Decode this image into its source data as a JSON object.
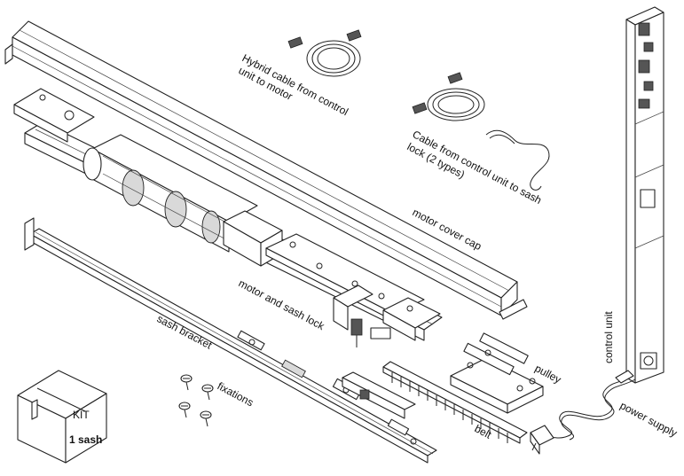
{
  "labels": {
    "hybrid_cable_line1": "Hybrid cable from control",
    "hybrid_cable_line2": "unit to motor",
    "lock_cable_line1": "Cable from control unit to sash",
    "lock_cable_line2": "lock (2 types)",
    "motor_cover_cap": "motor cover cap",
    "motor_and_sash_lock": "motor and sash lock",
    "sash_bracket": "sash bracket",
    "fixations": "fixations",
    "pulley": "pulley",
    "belt": "belt",
    "control_unit": "control unit",
    "power_supply": "power supply",
    "kit_line1": "KIT",
    "kit_line2": "1 sash"
  }
}
